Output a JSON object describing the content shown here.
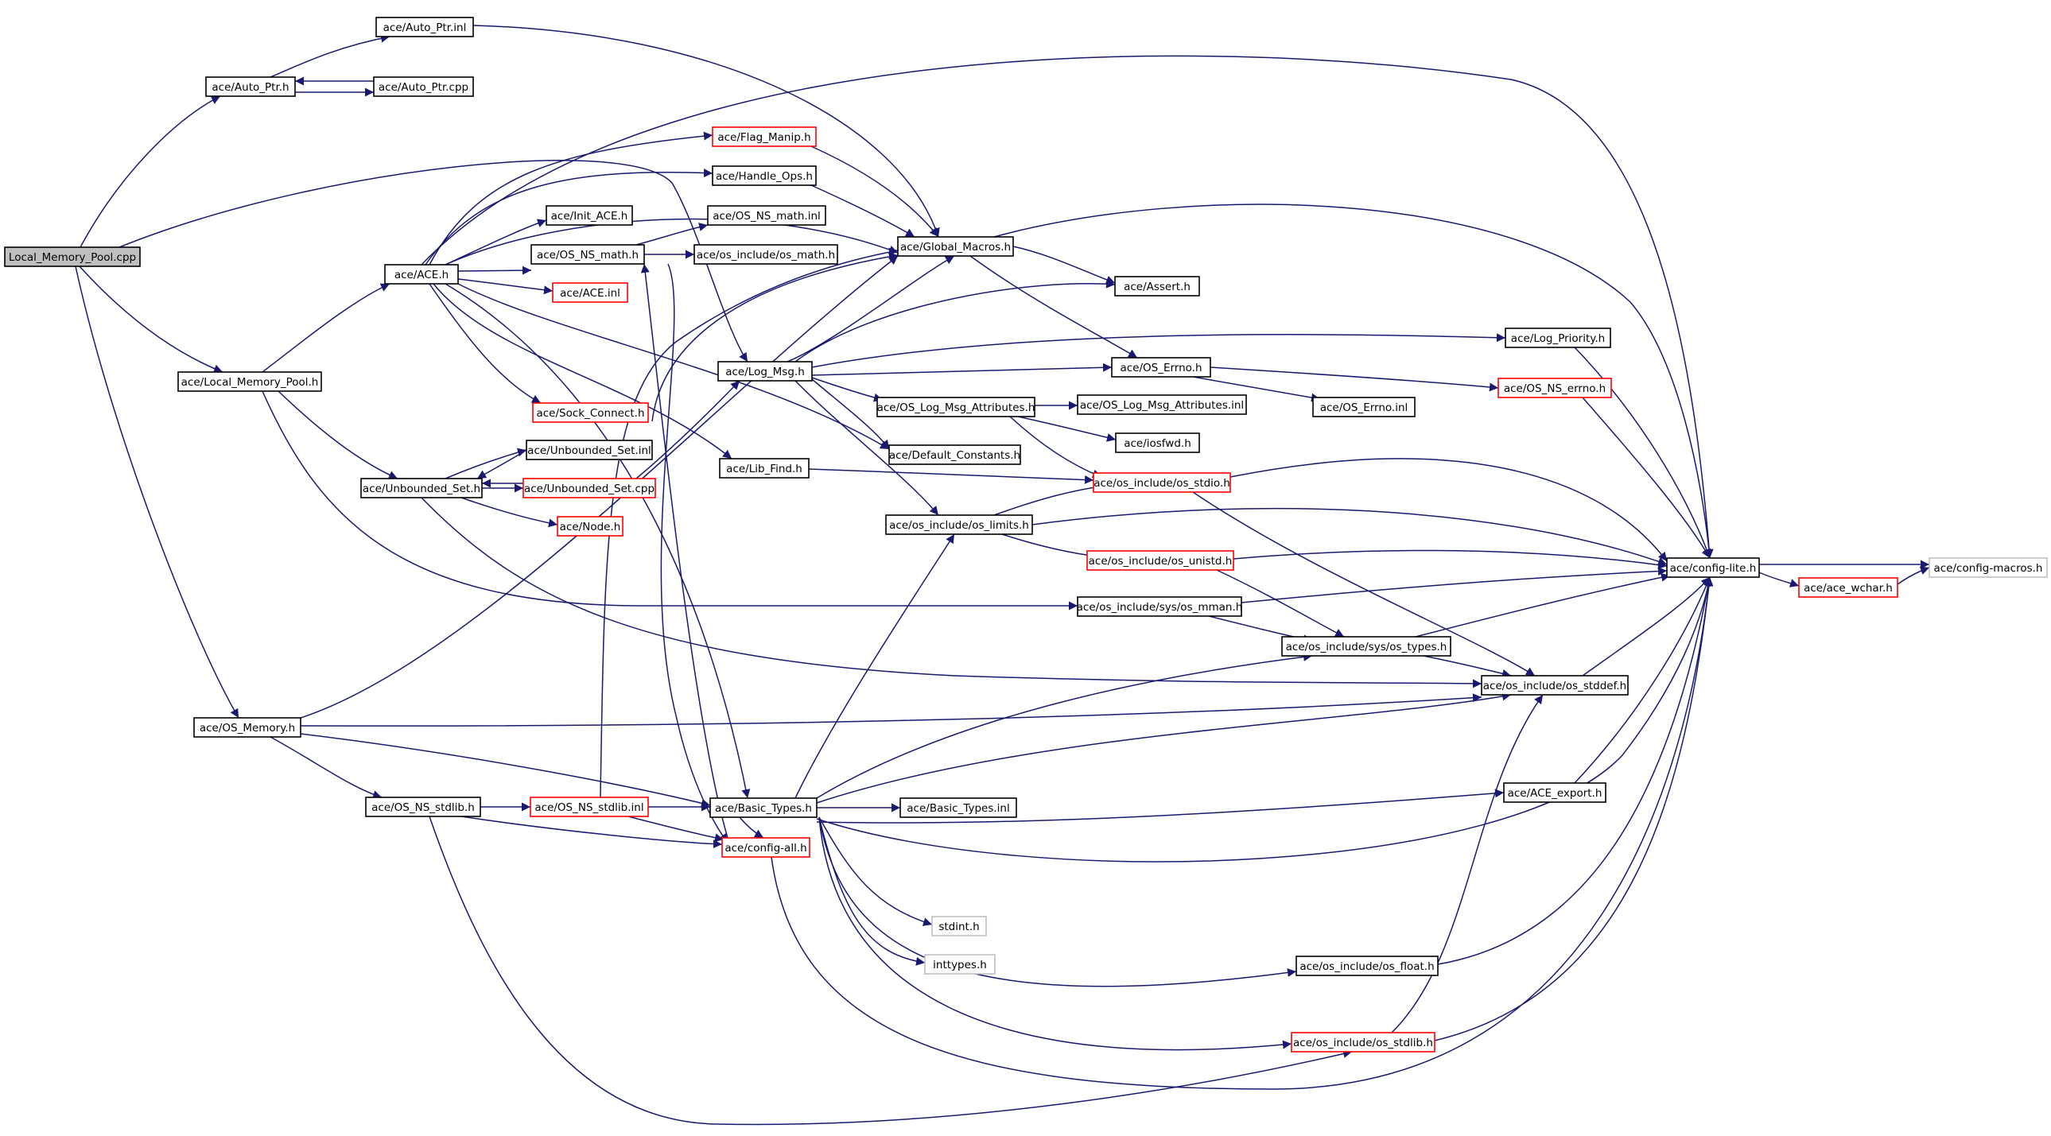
{
  "colors": {
    "edge": "#191970",
    "node_border_normal": "#000000",
    "node_border_truncated": "#ff0000",
    "node_border_external": "#bfbfbf",
    "root_fill": "#bfbfbf",
    "node_fill": "#ffffff",
    "text": "#000000"
  },
  "nodes": [
    {
      "id": "root",
      "label": "Local_Memory_Pool.cpp",
      "kind": "root"
    },
    {
      "id": "auto_ptr_inl",
      "label": "ace/Auto_Ptr.inl",
      "kind": "normal"
    },
    {
      "id": "auto_ptr_h",
      "label": "ace/Auto_Ptr.h",
      "kind": "normal"
    },
    {
      "id": "auto_ptr_cpp",
      "label": "ace/Auto_Ptr.cpp",
      "kind": "normal"
    },
    {
      "id": "flag_manip",
      "label": "ace/Flag_Manip.h",
      "kind": "truncated"
    },
    {
      "id": "handle_ops",
      "label": "ace/Handle_Ops.h",
      "kind": "normal"
    },
    {
      "id": "init_ace",
      "label": "ace/Init_ACE.h",
      "kind": "normal"
    },
    {
      "id": "os_ns_math_inl",
      "label": "ace/OS_NS_math.inl",
      "kind": "normal"
    },
    {
      "id": "os_ns_math_h",
      "label": "ace/OS_NS_math.h",
      "kind": "normal"
    },
    {
      "id": "os_math",
      "label": "ace/os_include/os_math.h",
      "kind": "normal"
    },
    {
      "id": "global_macros",
      "label": "ace/Global_Macros.h",
      "kind": "normal"
    },
    {
      "id": "ace_h",
      "label": "ace/ACE.h",
      "kind": "normal"
    },
    {
      "id": "ace_inl",
      "label": "ace/ACE.inl",
      "kind": "truncated"
    },
    {
      "id": "assert_h",
      "label": "ace/Assert.h",
      "kind": "normal"
    },
    {
      "id": "log_priority",
      "label": "ace/Log_Priority.h",
      "kind": "normal"
    },
    {
      "id": "log_msg",
      "label": "ace/Log_Msg.h",
      "kind": "normal"
    },
    {
      "id": "os_errno_h",
      "label": "ace/OS_Errno.h",
      "kind": "normal"
    },
    {
      "id": "local_pool_h",
      "label": "ace/Local_Memory_Pool.h",
      "kind": "normal"
    },
    {
      "id": "os_ns_errno",
      "label": "ace/OS_NS_errno.h",
      "kind": "truncated"
    },
    {
      "id": "log_msg_attr_h",
      "label": "ace/OS_Log_Msg_Attributes.h",
      "kind": "normal"
    },
    {
      "id": "log_msg_attr_inl",
      "label": "ace/OS_Log_Msg_Attributes.inl",
      "kind": "normal"
    },
    {
      "id": "os_errno_inl",
      "label": "ace/OS_Errno.inl",
      "kind": "normal"
    },
    {
      "id": "sock_connect",
      "label": "ace/Sock_Connect.h",
      "kind": "truncated"
    },
    {
      "id": "iosfwd",
      "label": "ace/iosfwd.h",
      "kind": "normal"
    },
    {
      "id": "unbounded_set_inl",
      "label": "ace/Unbounded_Set.inl",
      "kind": "normal"
    },
    {
      "id": "default_constants",
      "label": "ace/Default_Constants.h",
      "kind": "normal"
    },
    {
      "id": "lib_find",
      "label": "ace/Lib_Find.h",
      "kind": "normal"
    },
    {
      "id": "os_stdio",
      "label": "ace/os_include/os_stdio.h",
      "kind": "truncated"
    },
    {
      "id": "unbounded_set_h",
      "label": "ace/Unbounded_Set.h",
      "kind": "normal"
    },
    {
      "id": "unbounded_set_cpp",
      "label": "ace/Unbounded_Set.cpp",
      "kind": "truncated"
    },
    {
      "id": "node_h",
      "label": "ace/Node.h",
      "kind": "truncated"
    },
    {
      "id": "os_limits",
      "label": "ace/os_include/os_limits.h",
      "kind": "normal"
    },
    {
      "id": "os_unistd",
      "label": "ace/os_include/os_unistd.h",
      "kind": "truncated"
    },
    {
      "id": "config_lite",
      "label": "ace/config-lite.h",
      "kind": "normal"
    },
    {
      "id": "config_macros",
      "label": "ace/config-macros.h",
      "kind": "external"
    },
    {
      "id": "ace_wchar",
      "label": "ace/ace_wchar.h",
      "kind": "truncated"
    },
    {
      "id": "os_mman",
      "label": "ace/os_include/sys/os_mman.h",
      "kind": "normal"
    },
    {
      "id": "sys_os_types",
      "label": "ace/os_include/sys/os_types.h",
      "kind": "normal"
    },
    {
      "id": "os_stddef",
      "label": "ace/os_include/os_stddef.h",
      "kind": "normal"
    },
    {
      "id": "os_memory",
      "label": "ace/OS_Memory.h",
      "kind": "normal"
    },
    {
      "id": "ace_export",
      "label": "ace/ACE_export.h",
      "kind": "normal"
    },
    {
      "id": "os_ns_stdlib_h",
      "label": "ace/OS_NS_stdlib.h",
      "kind": "normal"
    },
    {
      "id": "os_ns_stdlib_inl",
      "label": "ace/OS_NS_stdlib.inl",
      "kind": "truncated"
    },
    {
      "id": "basic_types_h",
      "label": "ace/Basic_Types.h",
      "kind": "normal"
    },
    {
      "id": "basic_types_inl",
      "label": "ace/Basic_Types.inl",
      "kind": "normal"
    },
    {
      "id": "config_all",
      "label": "ace/config-all.h",
      "kind": "truncated"
    },
    {
      "id": "stdint",
      "label": "stdint.h",
      "kind": "external"
    },
    {
      "id": "inttypes",
      "label": "inttypes.h",
      "kind": "external"
    },
    {
      "id": "os_float",
      "label": "ace/os_include/os_float.h",
      "kind": "normal"
    },
    {
      "id": "os_stdlib_inc",
      "label": "ace/os_include/os_stdlib.h",
      "kind": "truncated"
    }
  ]
}
